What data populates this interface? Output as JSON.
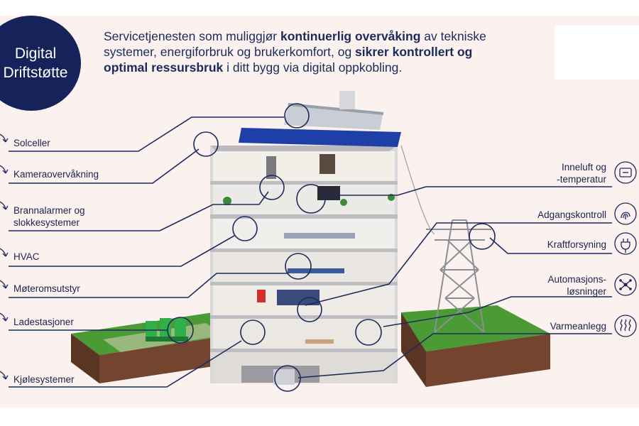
{
  "badge": {
    "line1": "Digital",
    "line2": "Driftstøtte"
  },
  "intro": {
    "p1": "Servicetjenesten som muliggjør ",
    "b1": "kontinuerlig overvåking",
    "p2": " av tekniske  systemer, energiforbruk og brukerkomfort, og ",
    "b2": "sikrer kontrollert og optimal ressursbruk",
    "p3": " i ditt bygg via digital oppkobling."
  },
  "left_labels": {
    "solceller": "Solceller",
    "kamera": "Kameraovervåkning",
    "brann1": "Brannalarmer og",
    "brann2": "slokkesystemer",
    "hvac": "HVAC",
    "mote": "Møteromsutstyr",
    "lade": "Ladestasjoner",
    "kjole": "Kjølesystemer"
  },
  "right_labels": {
    "inneluft1": "Inneluft og",
    "inneluft2": "-temperatur",
    "adgang": "Adgangskontroll",
    "kraft": "Kraftforsyning",
    "auto1": "Automasjons-",
    "auto2": "løsninger",
    "varme": "Varmeanlegg"
  },
  "icons": {
    "left": [
      "cycle-arrow-icon",
      "cycle-arrow-icon",
      "cycle-arrow-icon",
      "cycle-arrow-icon",
      "cycle-arrow-icon",
      "cycle-arrow-icon",
      "cycle-arrow-icon"
    ],
    "right": [
      "thermostat-icon",
      "fingerprint-icon",
      "power-plug-icon",
      "automation-network-icon",
      "heat-waves-icon"
    ]
  },
  "colors": {
    "navy": "#15235a",
    "panel": "#fbf2f0",
    "roof": "#1f3fa8",
    "grass": "#3e8a2e",
    "soil": "#6b3f2a"
  }
}
